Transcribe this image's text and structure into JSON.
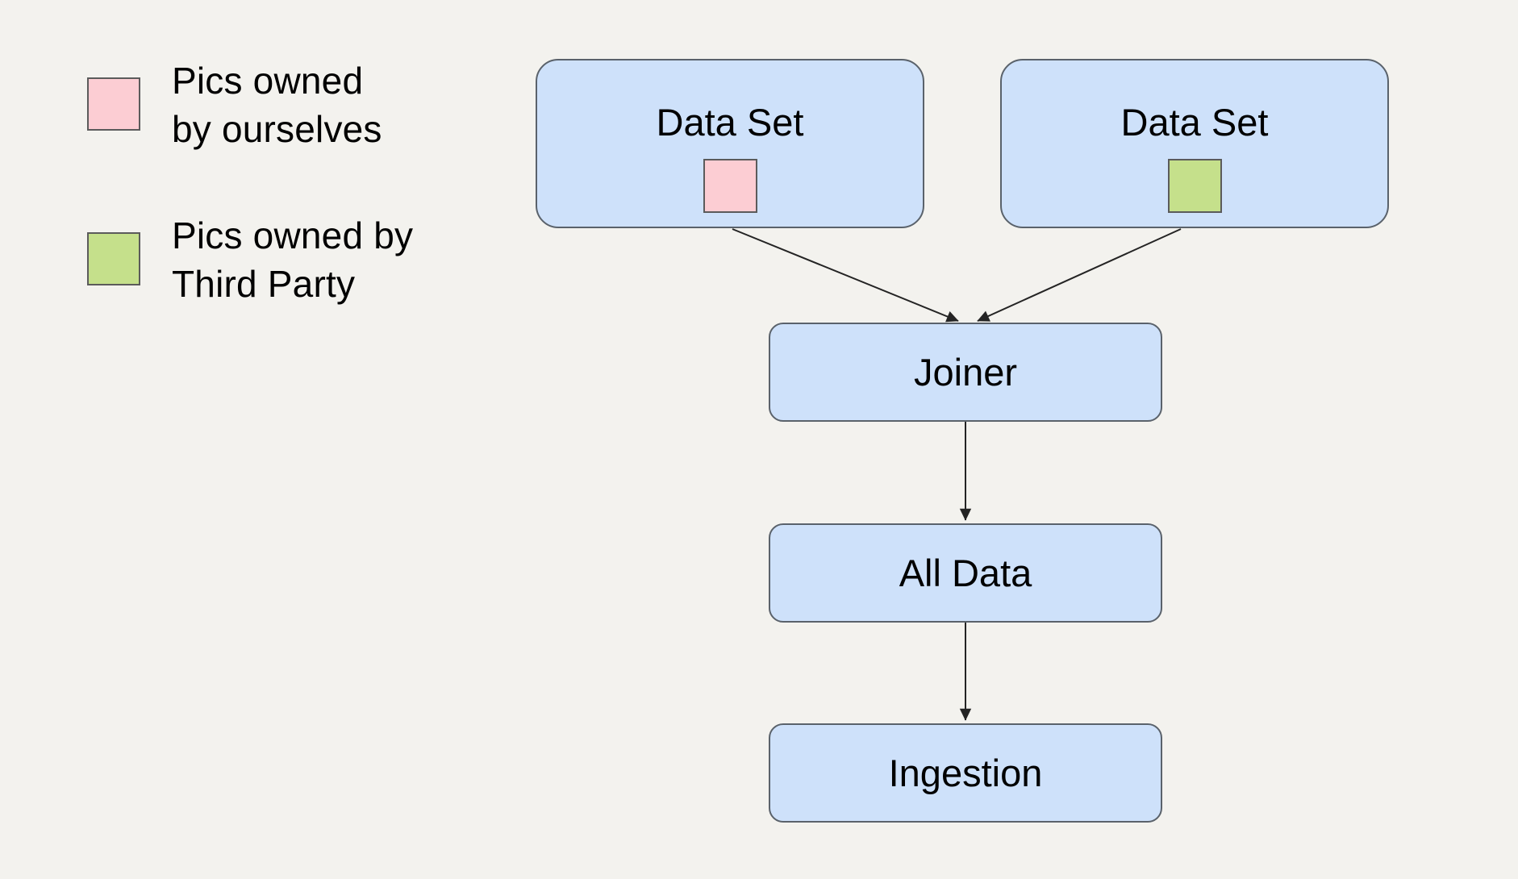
{
  "colors": {
    "background": "#f3f2ee",
    "node_fill": "#cee1fa",
    "node_border": "#5a626b",
    "edge": "#242424",
    "text": "#000000",
    "pink": "#fccdd3",
    "green": "#c5e08b",
    "swatch_border": "#5b5b5b"
  },
  "legend": {
    "items": [
      {
        "name": "owned-by-ourselves",
        "label": "Pics owned\nby ourselves",
        "color": "#fccdd3"
      },
      {
        "name": "owned-by-third-party",
        "label": "Pics owned by\nThird Party",
        "color": "#c5e08b"
      }
    ]
  },
  "diagram": {
    "nodes": [
      {
        "id": "dataset-own",
        "label": "Data Set",
        "swatch": "#fccdd3"
      },
      {
        "id": "dataset-third-party",
        "label": "Data Set",
        "swatch": "#c5e08b"
      },
      {
        "id": "joiner",
        "label": "Joiner"
      },
      {
        "id": "all-data",
        "label": "All Data"
      },
      {
        "id": "ingestion",
        "label": "Ingestion"
      }
    ],
    "edges": [
      {
        "from": "dataset-own",
        "to": "joiner"
      },
      {
        "from": "dataset-third-party",
        "to": "joiner"
      },
      {
        "from": "joiner",
        "to": "all-data"
      },
      {
        "from": "all-data",
        "to": "ingestion"
      }
    ]
  }
}
